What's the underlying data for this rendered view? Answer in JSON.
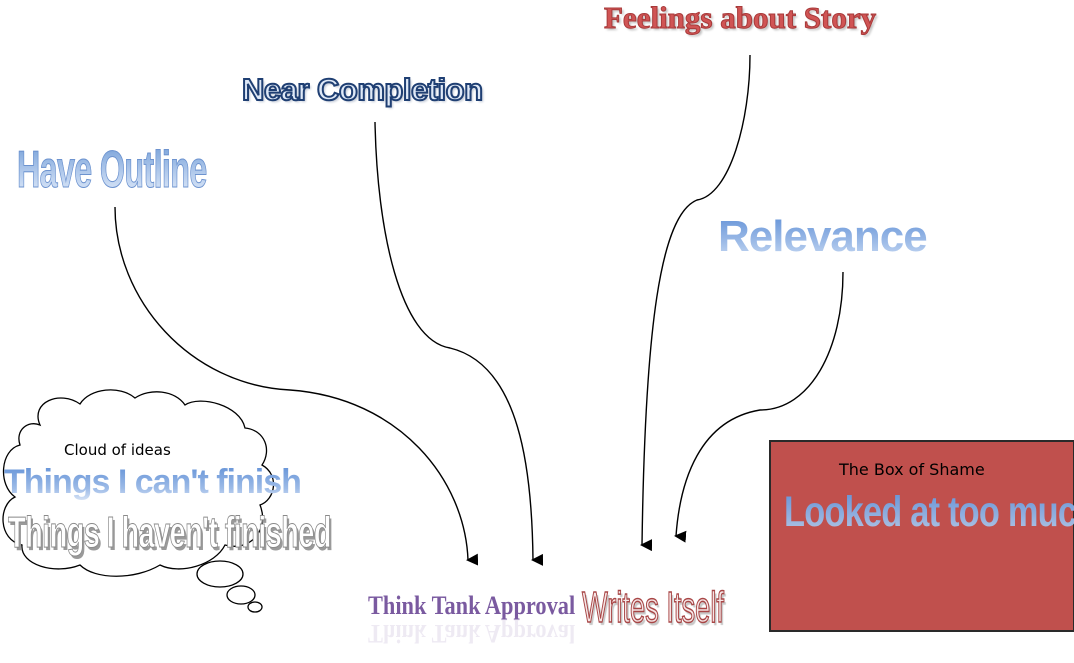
{
  "nodes": {
    "feelings_about_story": "Feelings about Story",
    "near_completion": "Near Completion",
    "have_outline": "Have Outline",
    "relevance": "Relevance",
    "think_tank_approval": "Think Tank Approval",
    "writes_itself": "Writes Itself"
  },
  "cloud": {
    "label": "Cloud of ideas",
    "items": [
      "Things I can't finish",
      "Things I haven't finished"
    ]
  },
  "shame_box": {
    "label": "The Box of Shame",
    "items": [
      "Looked at too much"
    ],
    "color": "#c0504d"
  },
  "edges": [
    {
      "from": "Have Outline",
      "to": "Think Tank Approval"
    },
    {
      "from": "Near Completion",
      "to": "Think Tank Approval"
    },
    {
      "from": "Feelings about Story",
      "to": "Writes Itself"
    },
    {
      "from": "Relevance",
      "to": "Writes Itself"
    }
  ]
}
